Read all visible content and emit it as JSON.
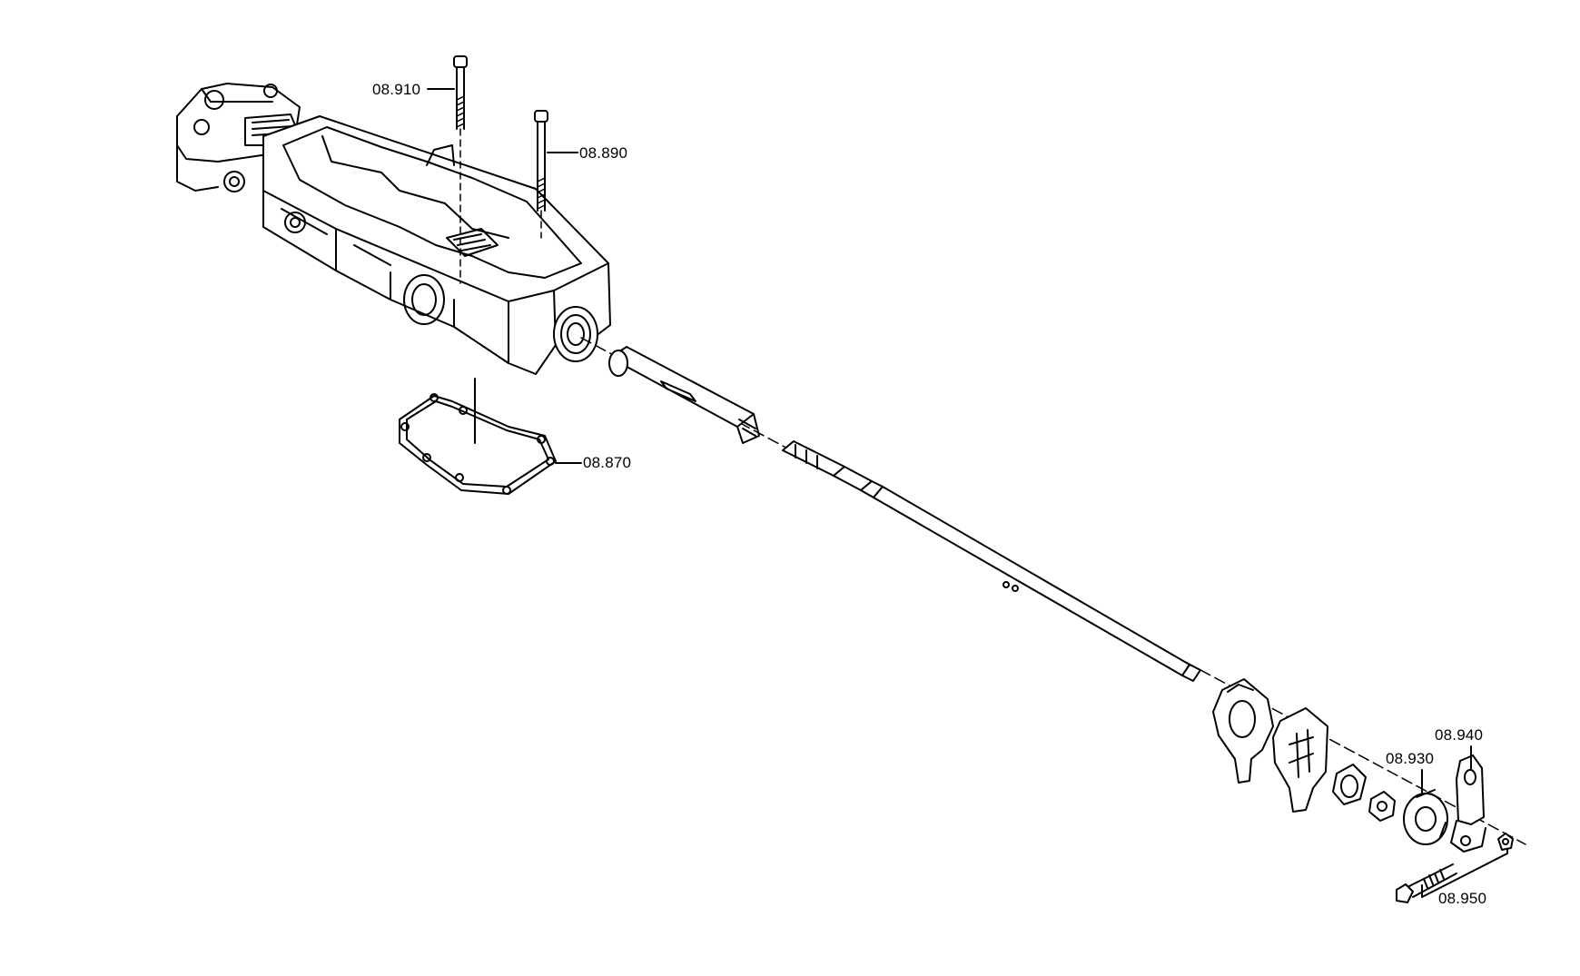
{
  "diagram": {
    "callouts": {
      "p870": "08.870",
      "p890": "08.890",
      "p910": "08.910",
      "p930": "08.930",
      "p940": "08.940",
      "p950": "08.950"
    }
  }
}
